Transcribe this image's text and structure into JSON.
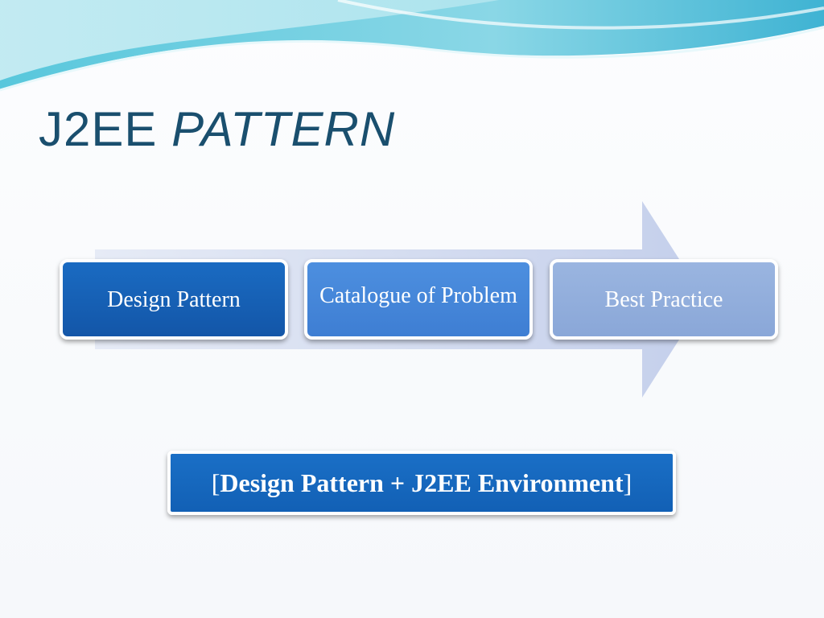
{
  "slide": {
    "title": {
      "prefix": "J2EE",
      "emphasis": "PATTERN"
    },
    "process_steps": [
      {
        "label": "Design Pattern"
      },
      {
        "label": "Catalogue of Problem"
      },
      {
        "label": "Best Practice"
      }
    ],
    "summary": {
      "open_bracket": "[",
      "text": "Design Pattern + J2EE Environment",
      "close_bracket": "]"
    }
  },
  "colors": {
    "title": "#1a4f6e",
    "step_1": "#1762b8",
    "step_2": "#4689da",
    "step_3": "#92aedc",
    "arrow": "#c9d3ec",
    "summary_box": "#1568bd"
  }
}
